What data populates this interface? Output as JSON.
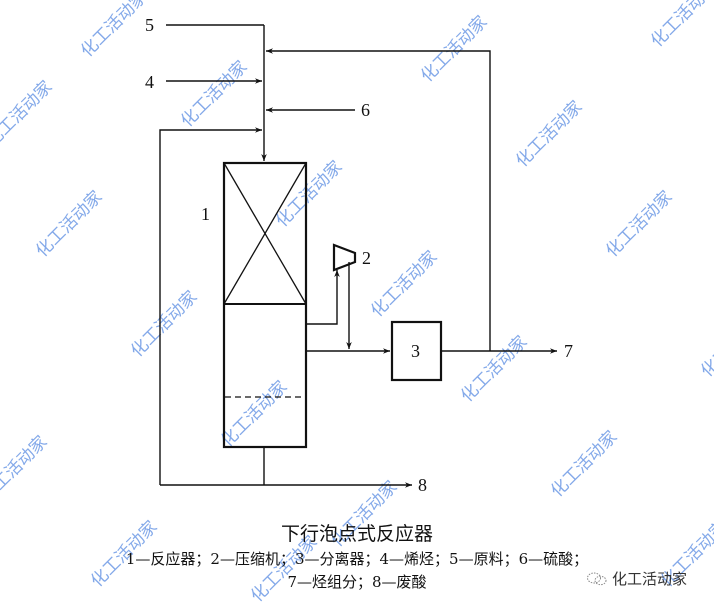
{
  "diagram": {
    "title": "下行泡点式反应器",
    "stream_labels": {
      "feed": "5",
      "olefin": "4",
      "acid": "6",
      "reactor": "1",
      "compressor": "2",
      "separator": "3",
      "hydrocarbon_out": "7",
      "spent_acid": "8"
    },
    "legend_line1": "1—反应器；2—压缩机；3—分离器；4—烯烃；5—原料；6—硫酸；",
    "legend_line2": "7—烃组分；8—废酸",
    "legend_items": [
      {
        "num": "1",
        "name": "反应器"
      },
      {
        "num": "2",
        "name": "压缩机"
      },
      {
        "num": "3",
        "name": "分离器"
      },
      {
        "num": "4",
        "name": "烯烃"
      },
      {
        "num": "5",
        "name": "原料"
      },
      {
        "num": "6",
        "name": "硫酸"
      },
      {
        "num": "7",
        "name": "烃组分"
      },
      {
        "num": "8",
        "name": "废酸"
      }
    ]
  },
  "watermark": {
    "text": "化工活动家",
    "color": "#6f9be6"
  },
  "brand": {
    "name": "化工活动家",
    "icon": "wechat-icon"
  }
}
